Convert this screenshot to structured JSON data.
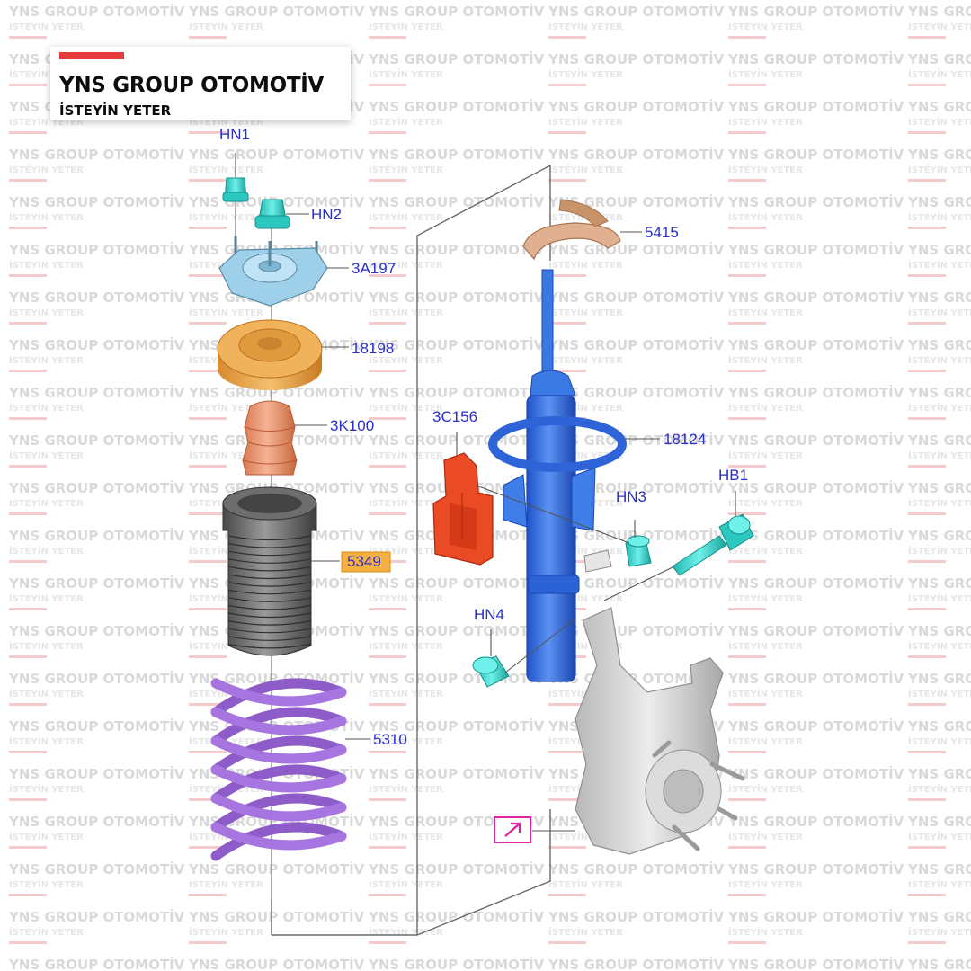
{
  "brand": {
    "title": "YNS GROUP OTOMOTİV",
    "subtitle": "İSTEYİN YETER",
    "accent_color": "#e63b3b"
  },
  "watermark": {
    "title": "YNS GROUP OTOMOTİV",
    "subtitle": "İSTEYİN YETER"
  },
  "parts": [
    {
      "id": "hn1",
      "label": "HN1",
      "highlighted": false
    },
    {
      "id": "hn2",
      "label": "HN2",
      "highlighted": false
    },
    {
      "id": "3a197",
      "label": "3A197",
      "highlighted": false
    },
    {
      "id": "18198",
      "label": "18198",
      "highlighted": false
    },
    {
      "id": "3k100",
      "label": "3K100",
      "highlighted": false
    },
    {
      "id": "5349",
      "label": "5349",
      "highlighted": true
    },
    {
      "id": "5310",
      "label": "5310",
      "highlighted": false
    },
    {
      "id": "5415",
      "label": "5415",
      "highlighted": false
    },
    {
      "id": "3c156",
      "label": "3C156",
      "highlighted": false
    },
    {
      "id": "18124",
      "label": "18124",
      "highlighted": false
    },
    {
      "id": "hb1",
      "label": "HB1",
      "highlighted": false
    },
    {
      "id": "hn3",
      "label": "HN3",
      "highlighted": false
    },
    {
      "id": "hn4",
      "label": "HN4",
      "highlighted": false
    }
  ],
  "colors": {
    "label_text": "#2b2fc9",
    "highlight_fill": "#f5b042",
    "strut": "#2f6fe0",
    "spring": "#b58ee8",
    "boot": "#6e6e6e",
    "bump_stop": "#e8906a",
    "bearing": "#e8a04a",
    "mount": "#8cc6e6",
    "fastener": "#3ed6cf",
    "bracket": "#e83a1e",
    "seat": "#e0b090",
    "knuckle": "#cfcfcf",
    "reference_marker": "#e020a0"
  },
  "icons": [
    "link-reference-icon"
  ]
}
